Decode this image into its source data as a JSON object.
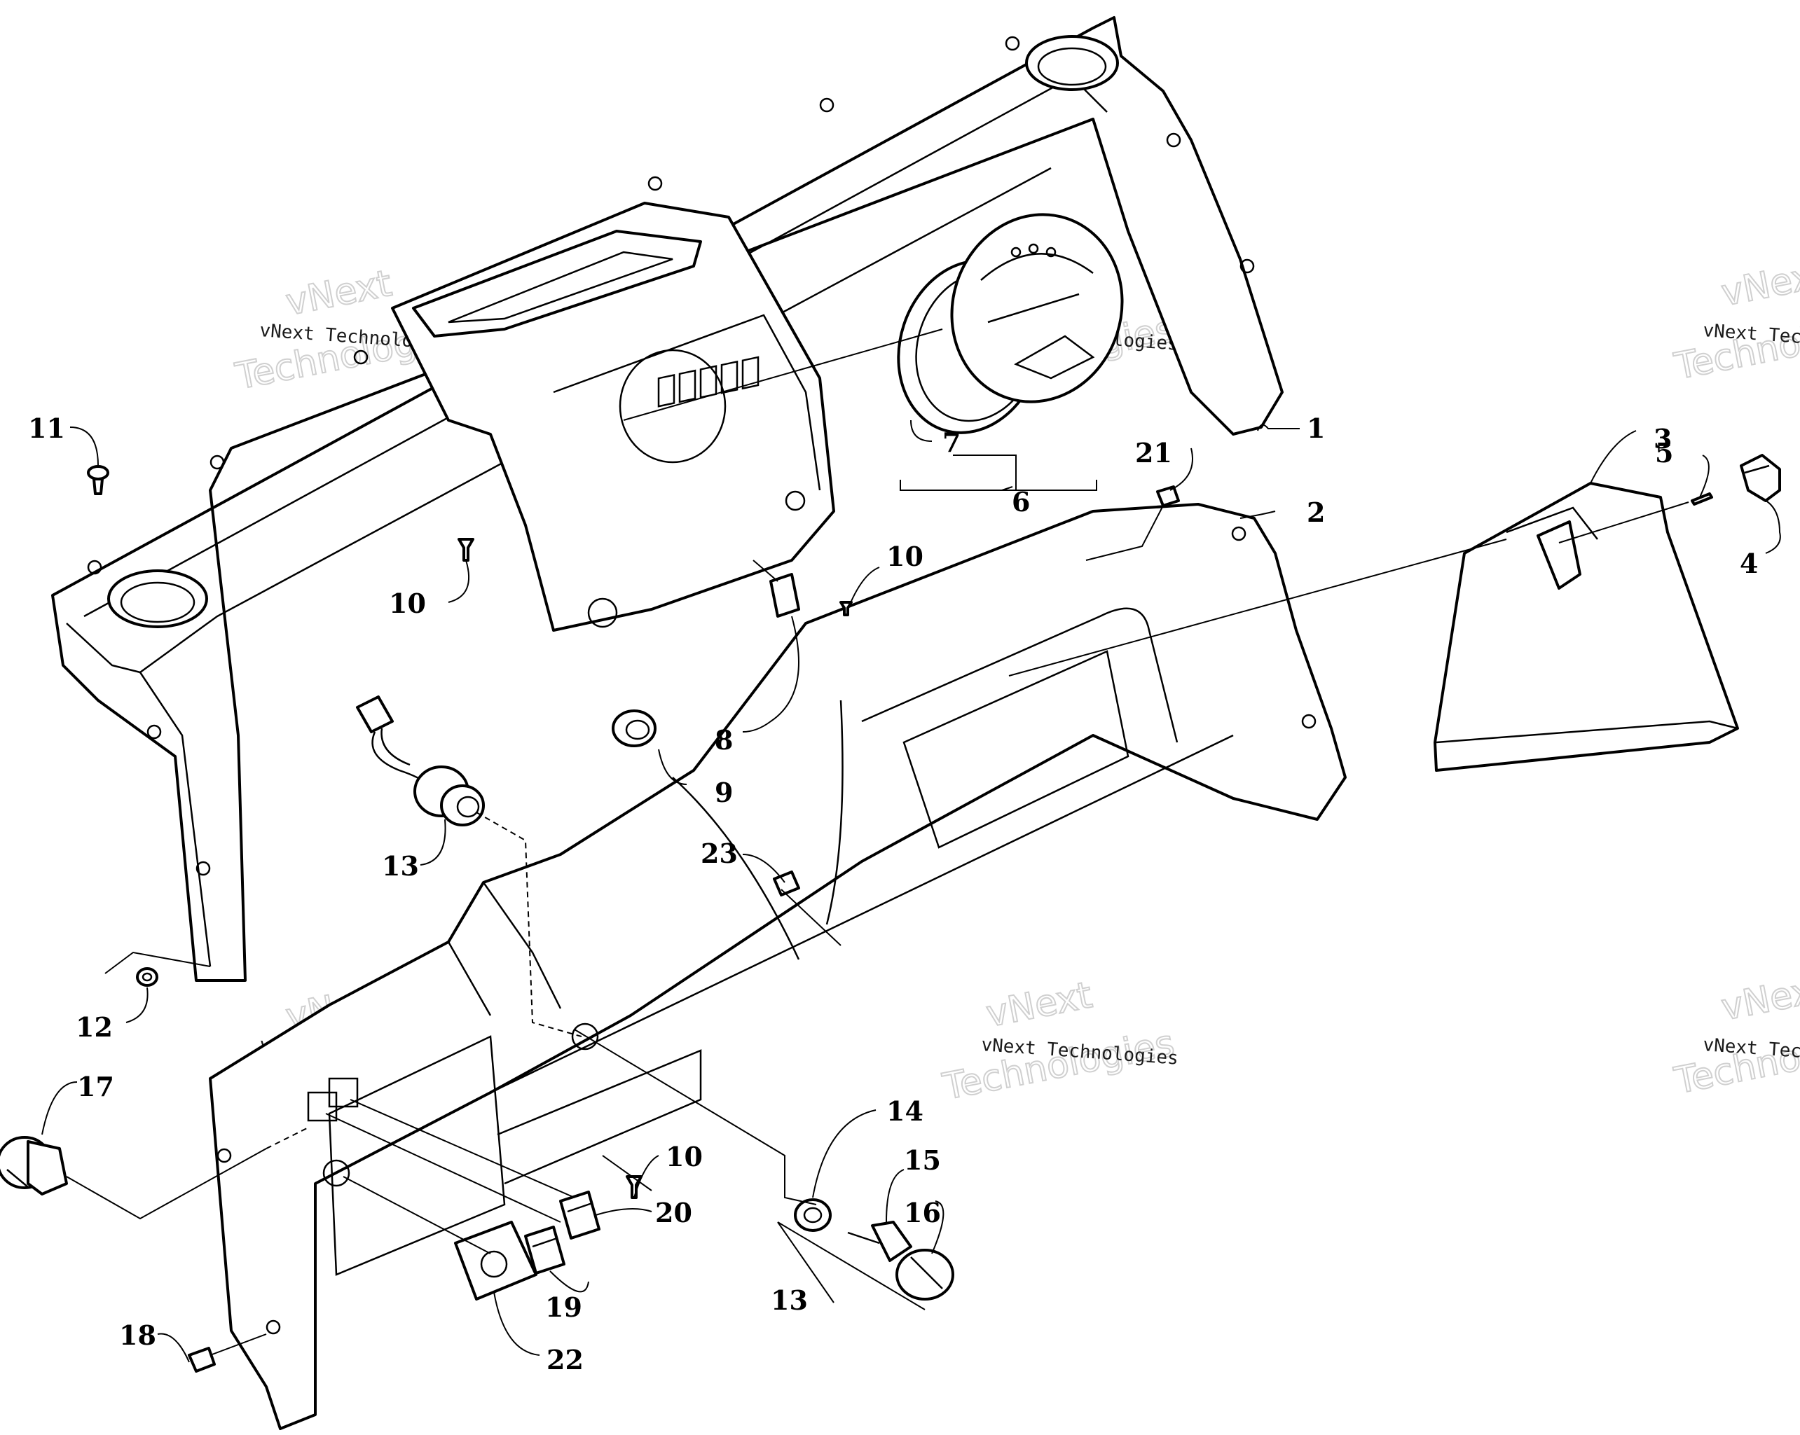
{
  "callouts": [
    {
      "id": "1",
      "label": "1"
    },
    {
      "id": "2",
      "label": "2"
    },
    {
      "id": "3",
      "label": "3"
    },
    {
      "id": "4",
      "label": "4"
    },
    {
      "id": "5",
      "label": "5"
    },
    {
      "id": "6",
      "label": "6"
    },
    {
      "id": "7",
      "label": "7"
    },
    {
      "id": "8",
      "label": "8"
    },
    {
      "id": "9",
      "label": "9"
    },
    {
      "id": "10a",
      "label": "10"
    },
    {
      "id": "10b",
      "label": "10"
    },
    {
      "id": "10c",
      "label": "10"
    },
    {
      "id": "11",
      "label": "11"
    },
    {
      "id": "12",
      "label": "12"
    },
    {
      "id": "13a",
      "label": "13"
    },
    {
      "id": "13b",
      "label": "13"
    },
    {
      "id": "14",
      "label": "14"
    },
    {
      "id": "15",
      "label": "15"
    },
    {
      "id": "16",
      "label": "16"
    },
    {
      "id": "17",
      "label": "17"
    },
    {
      "id": "18",
      "label": "18"
    },
    {
      "id": "19",
      "label": "19"
    },
    {
      "id": "20",
      "label": "20"
    },
    {
      "id": "21",
      "label": "21"
    },
    {
      "id": "22",
      "label": "22"
    },
    {
      "id": "23",
      "label": "23"
    }
  ],
  "watermark": {
    "line": "vNext Technologies",
    "brand": "vNext",
    "word": "Technologies"
  },
  "colors": {
    "ink": "#000000",
    "paper": "#ffffff",
    "watermark": "#c8c8c8"
  }
}
